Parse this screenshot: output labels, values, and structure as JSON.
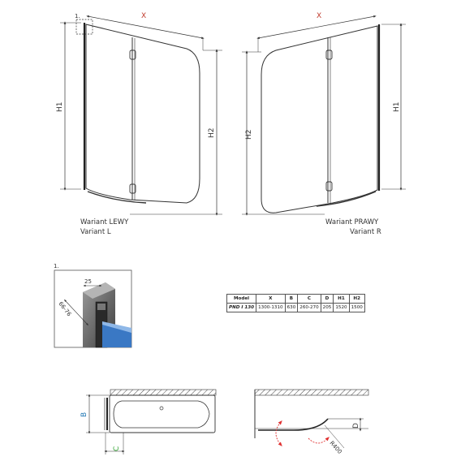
{
  "callout_marker": "1.",
  "left_view": {
    "x_label": "X",
    "h1_label": "H1",
    "h2_label": "H2",
    "caption_line1": "Wariant LEWY",
    "caption_line2": "Variant L"
  },
  "right_view": {
    "x_label": "X",
    "h1_label": "H1",
    "h2_label": "H2",
    "caption_line1": "Wariant PRAWY",
    "caption_line2": "Variant R"
  },
  "detail": {
    "marker": "1.",
    "dim_width": "25",
    "dim_range": "66-76"
  },
  "spec_table": {
    "headers": [
      "Model",
      "X",
      "B",
      "C",
      "D",
      "H1",
      "H2"
    ],
    "header_colors": [
      "#222222",
      "#d62728",
      "#1f77b4",
      "#2ca02c",
      "#222222",
      "#222222",
      "#222222"
    ],
    "rows": [
      [
        "PND I 130",
        "1300-1310",
        "630",
        "260-270",
        "205",
        "1520",
        "1500"
      ]
    ]
  },
  "plan_view": {
    "b_label": "B",
    "c_label": "C"
  },
  "top_view": {
    "d_label": "D",
    "radius_label": "R400"
  },
  "colors": {
    "line": "#333333",
    "dimension_x": "#d62728",
    "glass": "#3a78c4",
    "arrow_red": "#e03030"
  }
}
